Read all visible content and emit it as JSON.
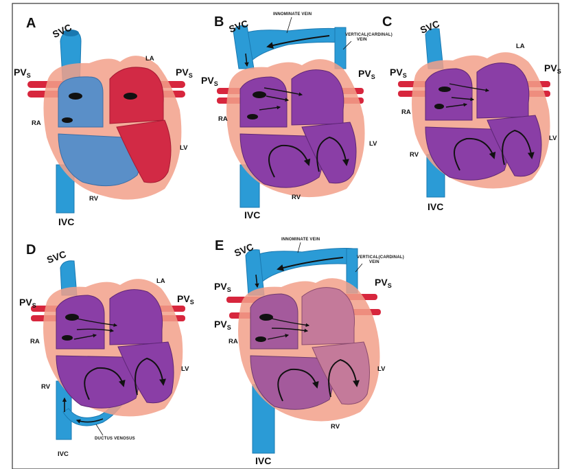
{
  "figure": {
    "colors": {
      "vessel_blue": "#2b9bd6",
      "vessel_blue_dark": "#1a78b0",
      "pulmonary_red": "#d7263d",
      "pericardium_pink": "#f2a08a",
      "deoxygenated_blue": "#5a8fc8",
      "oxygenated_red": "#d22a45",
      "mixed_purple": "#8a3ea6",
      "flow_arrow": "#111111"
    },
    "panels": [
      {
        "id": "A",
        "letter": "A",
        "labels": {
          "svc": "SVC",
          "ivc": "IVC",
          "pvs_left": "PV",
          "pvs_left_sub": "S",
          "pvs_right": "PV",
          "pvs_right_sub": "S",
          "la": "LA",
          "ra": "RA",
          "lv": "LV",
          "rv": "RV"
        }
      },
      {
        "id": "B",
        "letter": "B",
        "labels": {
          "svc": "SVC",
          "ivc": "IVC",
          "pvs_left": "PV",
          "pvs_left_sub": "S",
          "pvs_right": "PV",
          "pvs_right_sub": "S",
          "ra": "RA",
          "lv": "LV",
          "rv": "RV",
          "innominate_vein": "INNOMINATE VEIN",
          "vertical_vein_line1": "VERTICAL(CARDINAL)",
          "vertical_vein_line2": "VEIN"
        }
      },
      {
        "id": "C",
        "letter": "C",
        "labels": {
          "svc": "SVC",
          "ivc": "IVC",
          "pvs_left": "PV",
          "pvs_left_sub": "S",
          "pvs_right": "PV",
          "pvs_right_sub": "S",
          "la": "LA",
          "ra": "RA",
          "lv": "LV",
          "rv": "RV"
        }
      },
      {
        "id": "D",
        "letter": "D",
        "labels": {
          "svc": "SVC",
          "ivc": "IVC",
          "pvs_left": "PV",
          "pvs_left_sub": "S",
          "pvs_right": "PV",
          "pvs_right_sub": "S",
          "la": "LA",
          "ra": "RA",
          "lv": "LV",
          "rv": "RV",
          "ductus_venosus": "DUCTUS VENOSUS"
        }
      },
      {
        "id": "E",
        "letter": "E",
        "labels": {
          "svc": "SVC",
          "ivc": "IVC",
          "pvs_left_upper": "PV",
          "pvs_left_upper_sub": "S",
          "pvs_left_lower": "PV",
          "pvs_left_lower_sub": "S",
          "pvs_right": "PV",
          "pvs_right_sub": "S",
          "ra": "RA",
          "lv": "LV",
          "rv": "RV",
          "innominate_vein": "INNOMINATE VEIN",
          "vertical_vein_line1": "VERTICAL(CARDINAL)",
          "vertical_vein_line2": "VEIN"
        }
      }
    ]
  }
}
